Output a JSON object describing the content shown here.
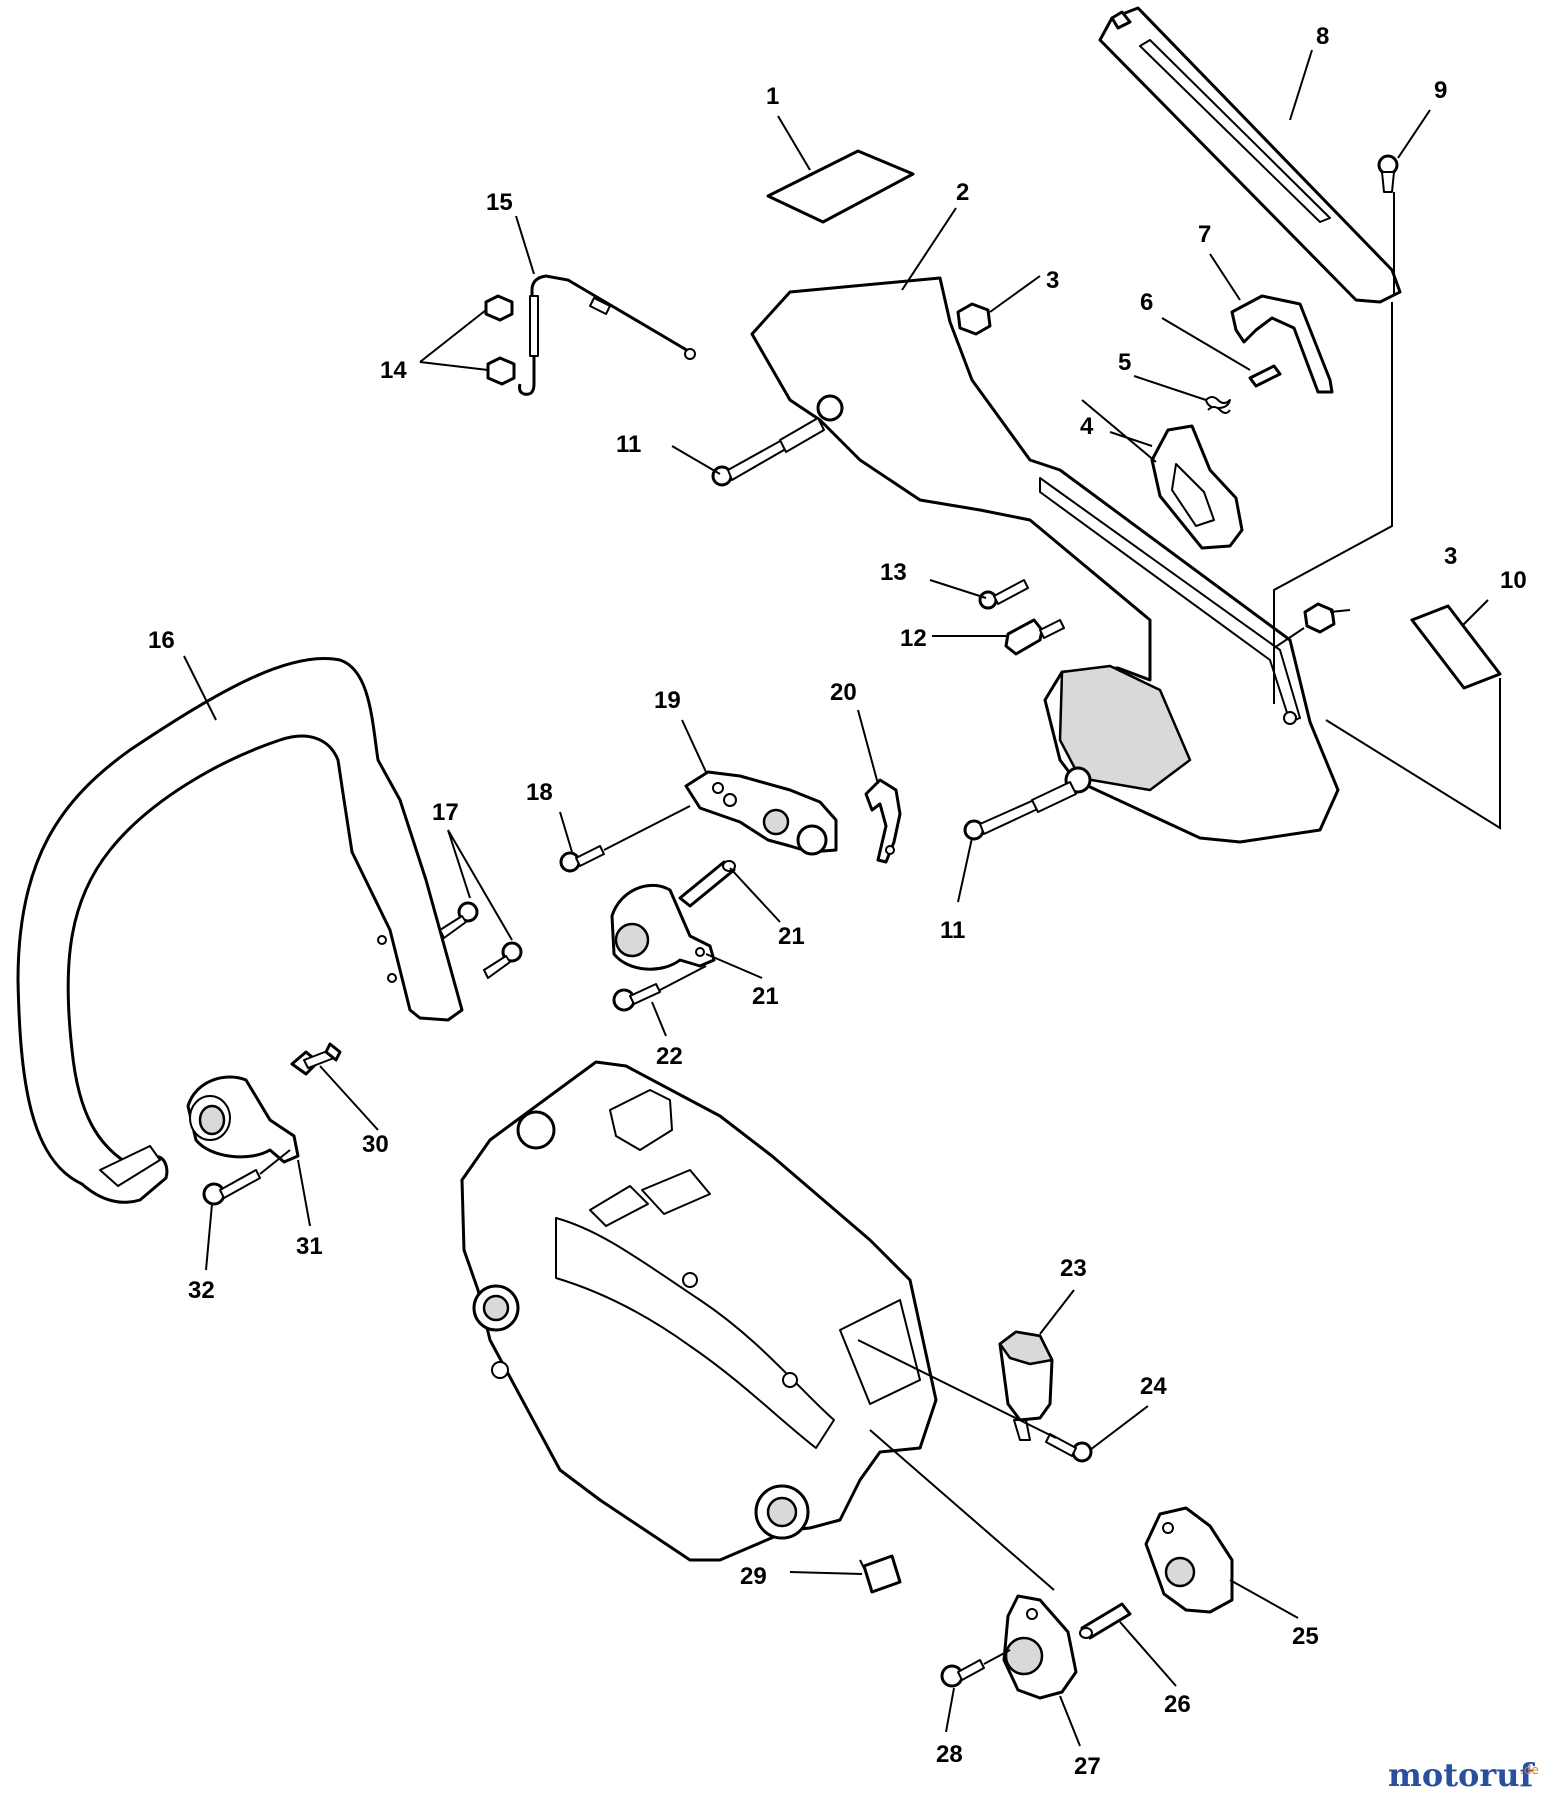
{
  "diagram": {
    "callouts": [
      {
        "id": "c1",
        "label": "1"
      },
      {
        "id": "c2",
        "label": "2"
      },
      {
        "id": "c3a",
        "label": "3"
      },
      {
        "id": "c3b",
        "label": "3"
      },
      {
        "id": "c4",
        "label": "4"
      },
      {
        "id": "c5",
        "label": "5"
      },
      {
        "id": "c6",
        "label": "6"
      },
      {
        "id": "c7",
        "label": "7"
      },
      {
        "id": "c8",
        "label": "8"
      },
      {
        "id": "c9",
        "label": "9"
      },
      {
        "id": "c10",
        "label": "10"
      },
      {
        "id": "c11a",
        "label": "11"
      },
      {
        "id": "c11b",
        "label": "11"
      },
      {
        "id": "c12",
        "label": "12"
      },
      {
        "id": "c13",
        "label": "13"
      },
      {
        "id": "c14",
        "label": "14"
      },
      {
        "id": "c15",
        "label": "15"
      },
      {
        "id": "c16",
        "label": "16"
      },
      {
        "id": "c17",
        "label": "17"
      },
      {
        "id": "c18",
        "label": "18"
      },
      {
        "id": "c19",
        "label": "19"
      },
      {
        "id": "c20",
        "label": "20"
      },
      {
        "id": "c21a",
        "label": "21"
      },
      {
        "id": "c21b",
        "label": "21"
      },
      {
        "id": "c22",
        "label": "22"
      },
      {
        "id": "c23",
        "label": "23"
      },
      {
        "id": "c24",
        "label": "24"
      },
      {
        "id": "c25",
        "label": "25"
      },
      {
        "id": "c26",
        "label": "26"
      },
      {
        "id": "c27",
        "label": "27"
      },
      {
        "id": "c28",
        "label": "28"
      },
      {
        "id": "c29",
        "label": "29"
      },
      {
        "id": "c30",
        "label": "30"
      },
      {
        "id": "c31",
        "label": "31"
      },
      {
        "id": "c32",
        "label": "32"
      }
    ]
  },
  "watermark": {
    "brand": "motoruf",
    "suffix": ".de",
    "brand_color": "#2a4f9e",
    "accent_color": "#e07b1a"
  }
}
